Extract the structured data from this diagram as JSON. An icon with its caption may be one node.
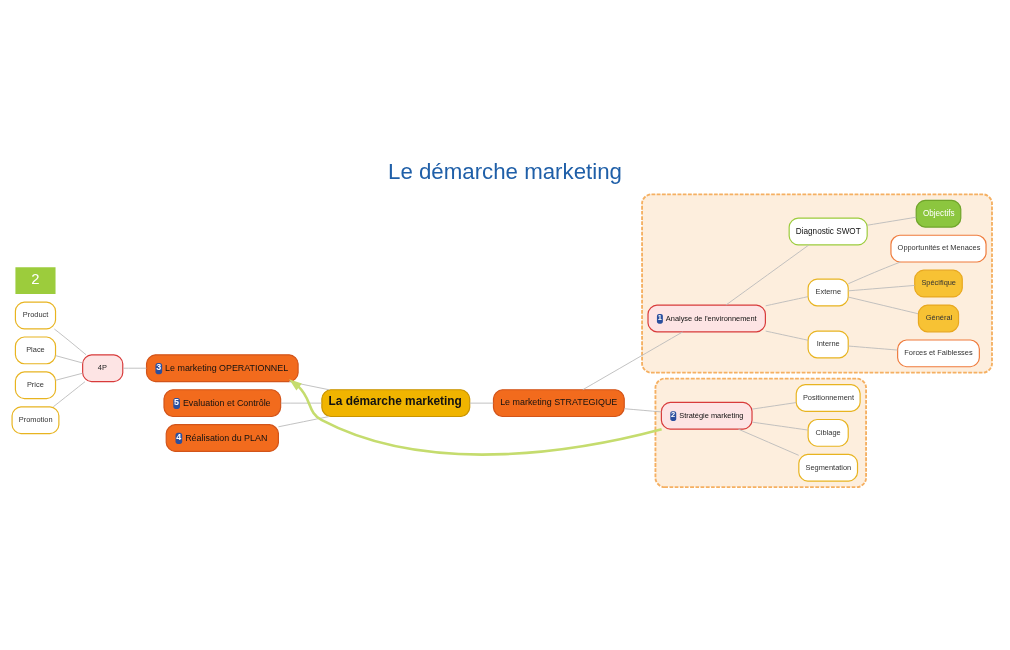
{
  "diagram": {
    "title": "Le démarche marketing",
    "nodes": [
      {
        "text": [
          "La démarche marketing"
        ]
      },
      {
        "text": [
          "5",
          "Evaluation et Contrôle"
        ]
      },
      {
        "text": [
          "4",
          "Réalisation du PLAN"
        ]
      },
      {
        "text": [
          "3",
          "Le marketing OPERATIONNEL"
        ]
      },
      {
        "text": [
          "4P"
        ]
      },
      {
        "text": [
          "Product"
        ]
      },
      {
        "text": [
          "Place"
        ]
      },
      {
        "text": [
          "Price"
        ]
      },
      {
        "text": [
          "Promotion"
        ]
      },
      {
        "text": [
          "Le marketing STRATEGIQUE"
        ]
      },
      {
        "text": [],
        "shape": "box"
      },
      {
        "text": [
          "1",
          "Analyse de l'environnement"
        ],
        "in": 10
      },
      {
        "text": [
          "Interne"
        ],
        "in": 10
      },
      {
        "text": [
          "Forces et Faiblesses"
        ],
        "in": 10
      },
      {
        "text": [
          "Externe"
        ],
        "in": 10
      },
      {
        "text": [
          "Général"
        ],
        "in": 10
      },
      {
        "text": [
          "Spécifique"
        ],
        "in": 10
      },
      {
        "text": [
          "Opportunités et Menaces"
        ],
        "in": 10
      },
      {
        "text": [
          "Diagnostic SWOT"
        ],
        "in": 10
      },
      {
        "text": [
          "Objectifs"
        ],
        "in": 10
      },
      {
        "text": [],
        "shape": "box"
      },
      {
        "text": [
          "2",
          "Stratégie marketing"
        ],
        "in": 20
      },
      {
        "text": [
          "Segmentation"
        ],
        "in": 20
      },
      {
        "text": [
          "Ciblage"
        ],
        "in": 20
      },
      {
        "text": [
          "Positionnement"
        ],
        "in": 20
      }
    ],
    "edges": [
      {
        "from": 0,
        "to": 1,
        "arrow": "none"
      },
      {
        "from": 0,
        "to": 2,
        "arrow": "none"
      },
      {
        "from": 0,
        "to": 3,
        "arrow": "none"
      },
      {
        "from": 0,
        "to": 9,
        "arrow": "none"
      },
      {
        "from": 3,
        "to": 4,
        "arrow": "none"
      },
      {
        "from": 4,
        "to": 5,
        "arrow": "none"
      },
      {
        "from": 4,
        "to": 6,
        "arrow": "none"
      },
      {
        "from": 4,
        "to": 7,
        "arrow": "none"
      },
      {
        "from": 4,
        "to": 8,
        "arrow": "none"
      },
      {
        "from": 9,
        "to": 11,
        "arrow": "none"
      },
      {
        "from": 9,
        "to": 21,
        "arrow": "none"
      },
      {
        "from": 11,
        "to": 12,
        "arrow": "none"
      },
      {
        "from": 12,
        "to": 13,
        "arrow": "none"
      },
      {
        "from": 11,
        "to": 14,
        "arrow": "none"
      },
      {
        "from": 14,
        "to": 15,
        "arrow": "none"
      },
      {
        "from": 14,
        "to": 16,
        "arrow": "none"
      },
      {
        "from": 14,
        "to": 17,
        "arrow": "none"
      },
      {
        "from": 11,
        "to": 18,
        "arrow": "none"
      },
      {
        "from": 18,
        "to": 19,
        "arrow": "none"
      },
      {
        "from": 21,
        "to": 22,
        "arrow": "none"
      },
      {
        "from": 21,
        "to": 23,
        "arrow": "none"
      },
      {
        "from": 21,
        "to": 24,
        "arrow": "none"
      },
      {
        "from": 21,
        "to": 3,
        "arrow": "to",
        "style": "thick",
        "color": "#c5dc6e"
      }
    ],
    "labels": [
      "2"
    ]
  }
}
